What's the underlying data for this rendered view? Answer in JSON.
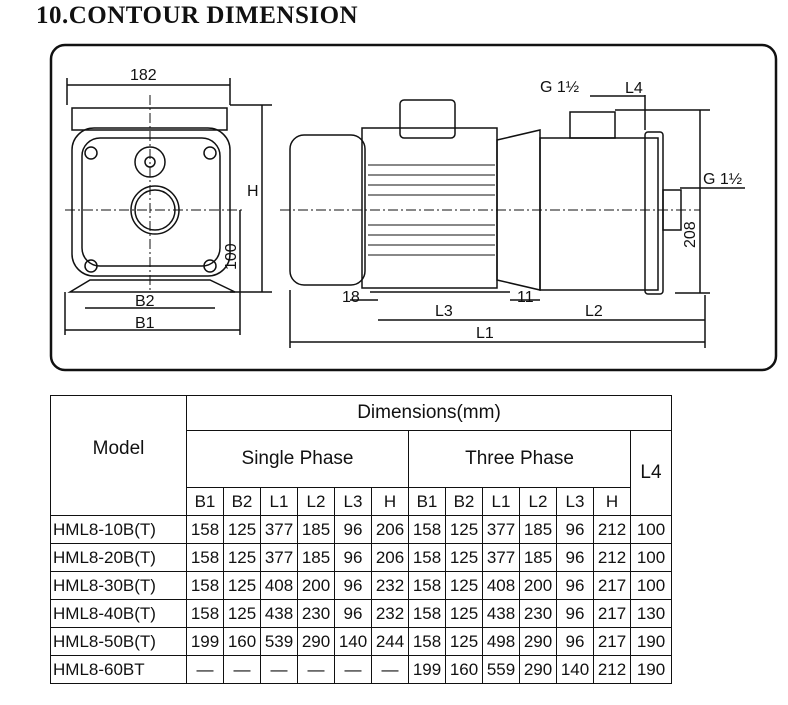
{
  "title": "10.CONTOUR DIMENSION",
  "drawing_labels": {
    "width_182": "182",
    "H": "H",
    "height_100": "100",
    "B2": "B2",
    "B1": "B1",
    "inlet_thread": "G 1½",
    "outlet_thread": "G 1½",
    "L4": "L4",
    "height_208": "208",
    "dim_18": "18",
    "L3": "L3",
    "dim_11": "11",
    "L2": "L2",
    "L1": "L1"
  },
  "table": {
    "model_header": "Model",
    "dimensions_header": "Dimensions(mm)",
    "single_phase": "Single Phase",
    "three_phase": "Three Phase",
    "L4_header": "L4",
    "sub_headers": [
      "B1",
      "B2",
      "L1",
      "L2",
      "L3",
      "H",
      "B1",
      "B2",
      "L1",
      "L2",
      "L3",
      "H"
    ],
    "rows": [
      {
        "model": "HML8-10B(T)",
        "values": [
          "158",
          "125",
          "377",
          "185",
          "96",
          "206",
          "158",
          "125",
          "377",
          "185",
          "96",
          "212",
          "100"
        ]
      },
      {
        "model": "HML8-20B(T)",
        "values": [
          "158",
          "125",
          "377",
          "185",
          "96",
          "206",
          "158",
          "125",
          "377",
          "185",
          "96",
          "212",
          "100"
        ]
      },
      {
        "model": "HML8-30B(T)",
        "values": [
          "158",
          "125",
          "408",
          "200",
          "96",
          "232",
          "158",
          "125",
          "408",
          "200",
          "96",
          "217",
          "100"
        ]
      },
      {
        "model": "HML8-40B(T)",
        "values": [
          "158",
          "125",
          "438",
          "230",
          "96",
          "232",
          "158",
          "125",
          "438",
          "230",
          "96",
          "217",
          "130"
        ]
      },
      {
        "model": "HML8-50B(T)",
        "values": [
          "199",
          "160",
          "539",
          "290",
          "140",
          "244",
          "158",
          "125",
          "498",
          "290",
          "96",
          "217",
          "190"
        ]
      },
      {
        "model": "HML8-60BT",
        "values": [
          "—",
          "—",
          "—",
          "—",
          "—",
          "—",
          "199",
          "160",
          "559",
          "290",
          "140",
          "212",
          "190"
        ]
      }
    ]
  }
}
